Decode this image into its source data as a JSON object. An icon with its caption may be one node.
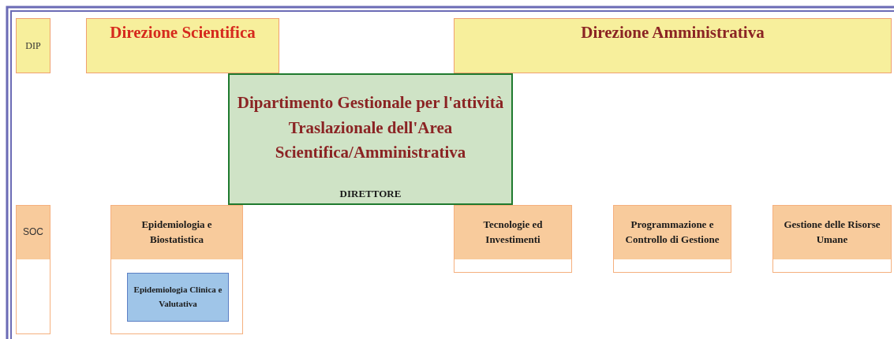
{
  "diagram": {
    "nodes": [
      {
        "text": [
          "DIP"
        ]
      },
      {
        "text": [
          "Direzione Scientifica"
        ]
      },
      {
        "text": [
          "Direzione Amministrativa"
        ]
      },
      {
        "text": [
          "Dipartimento Gestionale per l'attività Traslazionale dell'Area Scientifica/Amministrativa",
          "DIRETTORE"
        ]
      },
      {
        "text": [
          "SOC"
        ]
      },
      {
        "text": [
          "Epidemiologia e Biostatistica"
        ]
      },
      {
        "text": [
          "Epidemiologia Clinica e Valutativa"
        ],
        "in": 5
      },
      {
        "text": [
          "Tecnologie ed Investimenti"
        ]
      },
      {
        "text": [
          "Programmazione e Controllo di Gestione"
        ]
      },
      {
        "text": [
          "Gestione delle Risorse Umane"
        ]
      }
    ]
  }
}
